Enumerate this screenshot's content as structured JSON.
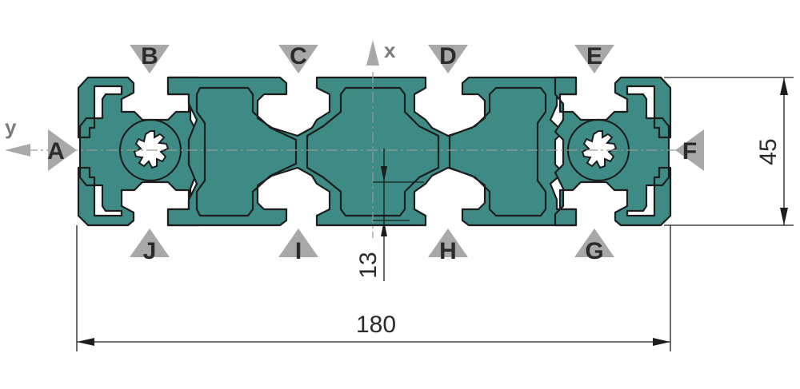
{
  "title": "",
  "axes": {
    "x": "x",
    "y": "y"
  },
  "dimensions": {
    "width": "180",
    "height": "45",
    "offset": "13"
  },
  "slot_labels": {
    "A": "A",
    "B": "B",
    "C": "C",
    "D": "D",
    "E": "E",
    "F": "F",
    "G": "G",
    "H": "H",
    "I": "I",
    "J": "J"
  },
  "colors": {
    "profile_fill": "#3d8b84",
    "outline": "#1d1d1d",
    "marker": "#a8a8a8",
    "centerline": "#9a9a9a"
  }
}
